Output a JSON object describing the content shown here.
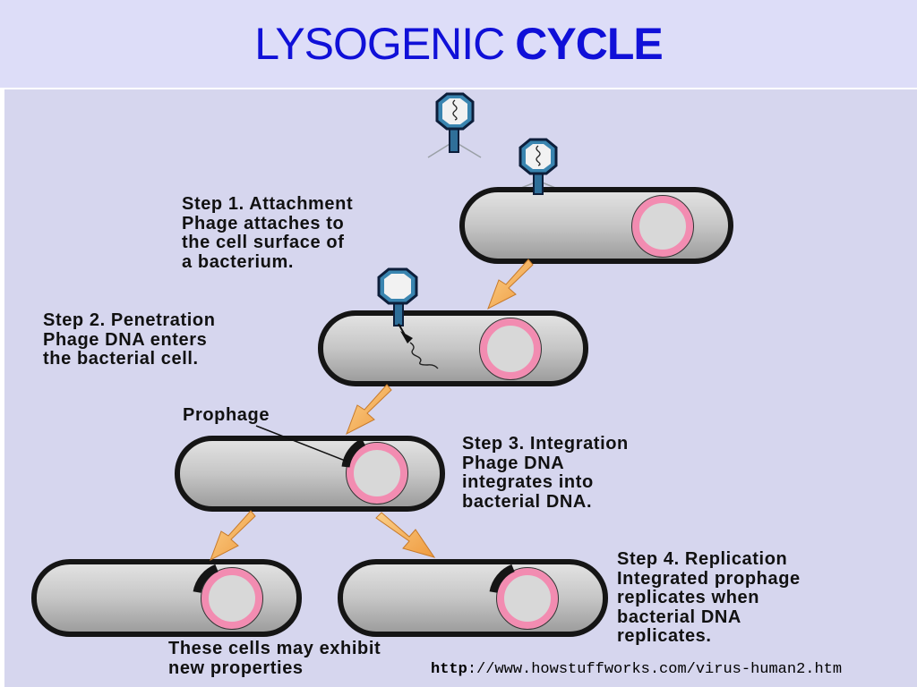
{
  "slide": {
    "title_part1": "LYSOGENIC",
    "title_part2": "CYCLE"
  },
  "steps": [
    {
      "heading": "Step 1. Attachment",
      "lines": [
        "Phage attaches to",
        "the cell surface of",
        "a bacterium."
      ]
    },
    {
      "heading": "Step 2. Penetration",
      "lines": [
        "Phage DNA enters",
        "the bacterial cell."
      ]
    },
    {
      "heading": "Step 3. Integration",
      "lines": [
        "Phage DNA",
        "integrates into",
        "bacterial DNA."
      ]
    },
    {
      "heading": "Step 4. Replication",
      "lines": [
        "Integrated prophage",
        "replicates when",
        "bacterial DNA",
        "replicates."
      ]
    }
  ],
  "labels": {
    "prophage": "Prophage",
    "outcome_line1": "These cells may exhibit",
    "outcome_line2": "new properties"
  },
  "source": {
    "protocol": "http",
    "rest": "://www.howstuffworks.com/virus-human2.htm"
  },
  "colors": {
    "title_text": "#1010d8",
    "title_band": "#ddddf8",
    "panel": "#d6d6ee",
    "cell_fill": "#c9c9c9",
    "dna_ring": "#f08cb0",
    "phage_head": "#3a7fa6",
    "arrow": "#f6b35c"
  }
}
